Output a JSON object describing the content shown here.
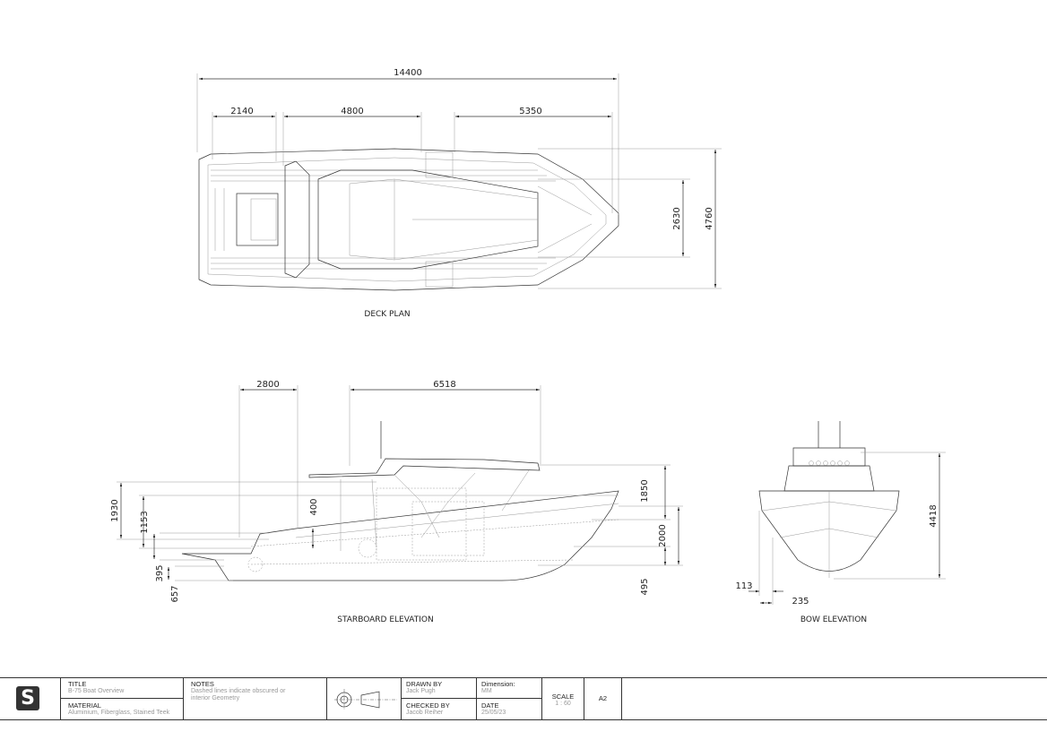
{
  "deck_plan": {
    "label": "DECK PLAN",
    "dimensions": {
      "overall_length": "14400",
      "stern_section": "2140",
      "mid_section": "4800",
      "bow_section": "5350",
      "inner_beam": "2630",
      "overall_beam": "4760"
    }
  },
  "starboard_elevation": {
    "label": "STARBOARD ELEVATION",
    "dimensions": {
      "aft_deck": "2800",
      "hardtop": "6518",
      "h1930": "1930",
      "h1153": "1153",
      "h395": "395",
      "h657": "657",
      "h400": "400",
      "h1850": "1850",
      "h2000": "2000",
      "h495": "495"
    }
  },
  "bow_elevation": {
    "label": "BOW ELEVATION",
    "dimensions": {
      "height": "4418",
      "d113": "113",
      "d235": "235"
    }
  },
  "title_block": {
    "title_label": "TITLE",
    "title_value": "B-75 Boat Overview",
    "material_label": "MATERIAL",
    "material_value": "Aluminium, Fiberglass, Stained Teek",
    "notes_label": "NOTES",
    "notes_value": "Dashed lines indicate obscured or interior Geometry",
    "drawn_by_label": "DRAWN BY",
    "drawn_by_value": "Jack Pugh",
    "checked_by_label": "CHECKED BY",
    "checked_by_value": "Jacob Reiher",
    "dimension_label": "Dimension:",
    "dimension_value": "MM",
    "date_label": "DATE",
    "date_value": "25/05/23",
    "scale_label": "SCALE",
    "scale_value": "1 : 60",
    "sheet_size": "A2",
    "logo_letter": "S"
  }
}
